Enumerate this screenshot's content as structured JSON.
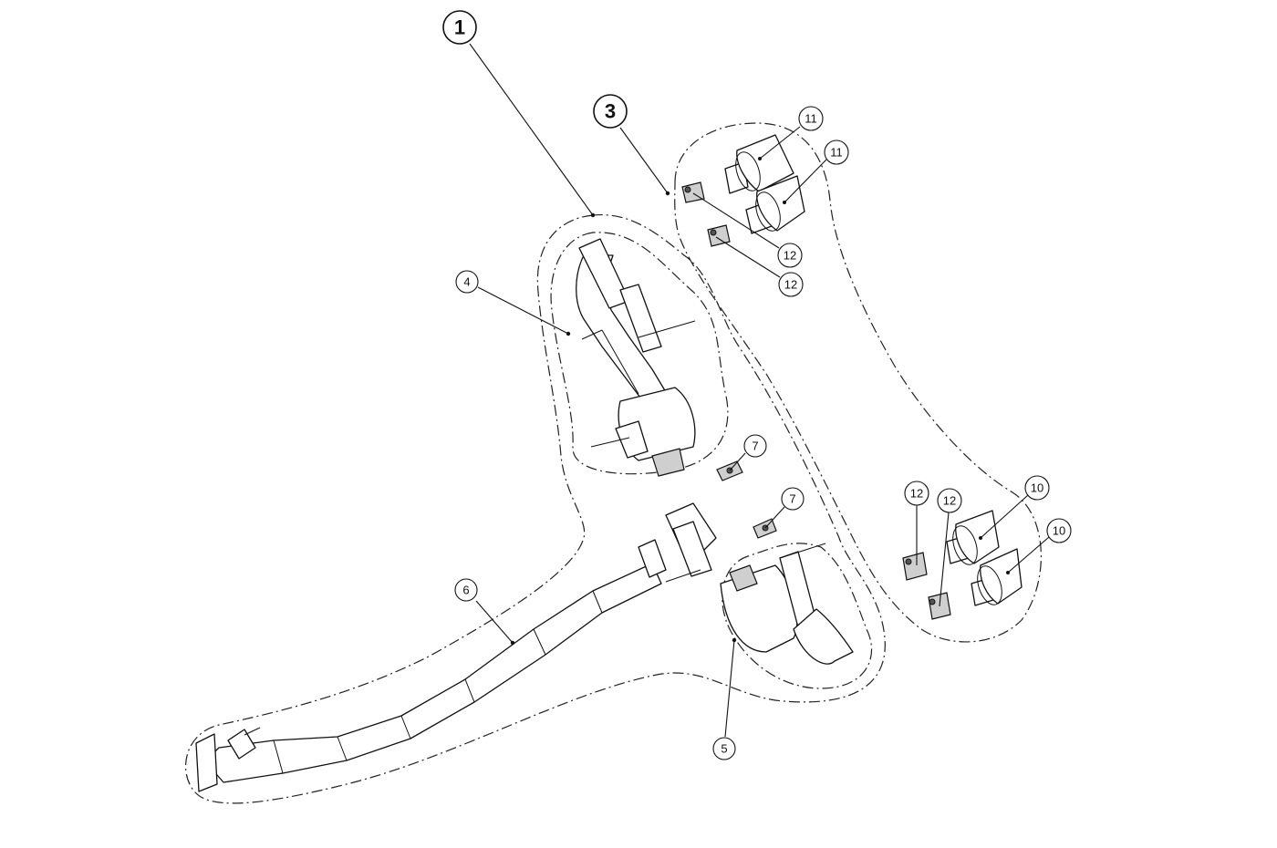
{
  "callouts": {
    "c1": "1",
    "c3": "3",
    "c4": "4",
    "c5": "5",
    "c6": "6",
    "c7a": "7",
    "c7b": "7",
    "c10a": "10",
    "c10b": "10",
    "c11a": "11",
    "c11b": "11",
    "c12a": "12",
    "c12b": "12",
    "c12c": "12",
    "c12d": "12"
  },
  "style": {
    "line_color": "#111111",
    "background": "#ffffff"
  }
}
